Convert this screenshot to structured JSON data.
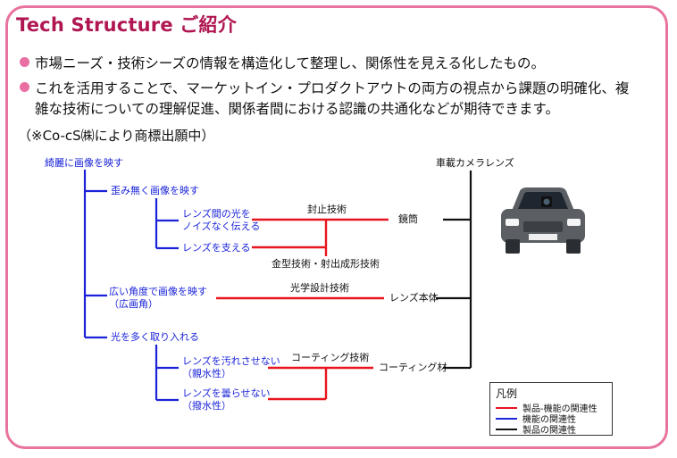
{
  "title": "Tech Structure ご紹介",
  "bullets": [
    "市場ニーズ・技術シーズの情報を構造化して整理し、関係性を見える化したもの。",
    "これを活用することで、マーケットイン・プロダクトアウトの両方の視点から課題の明確化、複",
    "雑な技術についての理解促進、関係者間における認識の共通化などが期待できます。"
  ],
  "note": "（※Co-cS㈱により商標出願中）",
  "tree": {
    "root": "綺麗に画像を映す",
    "branch_distortion": "歪み無く画像を映す",
    "leaf_noise_line1": "レンズ間の光を",
    "leaf_noise_line2": "ノイズなく伝える",
    "leaf_support": "レンズを支える",
    "branch_wide_line1": "広い角度で画像を映す",
    "branch_wide_line2": "（広画角）",
    "branch_light": "光を多く取り入れる",
    "leaf_dirt_line1": "レンズを汚れさせない",
    "leaf_dirt_line2": "（親水性）",
    "leaf_fog_line1": "レンズを曇らせない",
    "leaf_fog_line2": "（撥水性）"
  },
  "technologies": {
    "sealing": "封止技術",
    "molding": "金型技術・射出成形技術",
    "optical": "光学設計技術",
    "coating": "コーティング技術"
  },
  "components": {
    "barrel": "鏡筒",
    "lens_body": "レンズ本体",
    "coating_material": "コーティング材"
  },
  "product": "車載カメラレンズ",
  "legend": {
    "title": "凡例",
    "items": [
      {
        "label": "製品-機能の関連性",
        "color": "#e8141e"
      },
      {
        "label": "機能の関連性",
        "color": "#1a23d8"
      },
      {
        "label": "製品の関連性",
        "color": "#111111"
      }
    ]
  },
  "colors": {
    "frame": "#e8739e",
    "title": "#b01752",
    "bullet": "#e96fa2",
    "car_body": "#5b5f64"
  }
}
